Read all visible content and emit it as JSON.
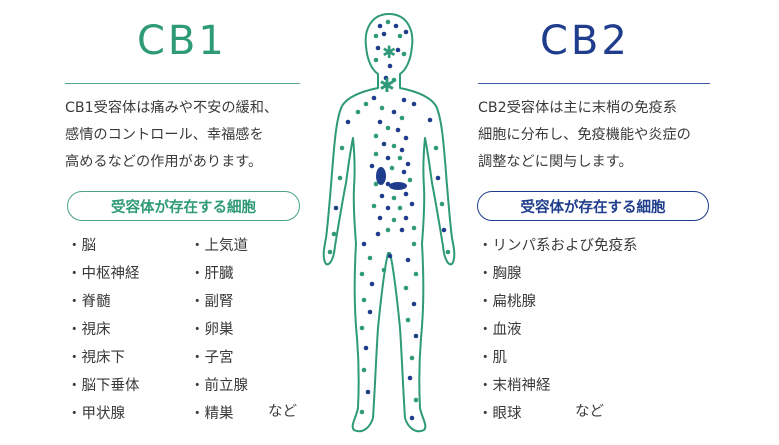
{
  "cb1": {
    "title": "CB1",
    "description": [
      "CB1受容体は痛みや不安の緩和、",
      "感情のコントロール、幸福感を",
      "高めるなどの作用があります。"
    ],
    "pill": "受容体が存在する細胞",
    "list_left": [
      "・脳",
      "・中枢神経",
      "・脊髄",
      "・視床",
      "・視床下",
      "・脳下垂体",
      "・甲状腺"
    ],
    "list_right": [
      "・上気道",
      "・肝臓",
      "・副腎",
      "・卵巣",
      "・子宮",
      "・前立腺",
      "・精巣"
    ],
    "etc": "など"
  },
  "cb2": {
    "title": "CB2",
    "description": [
      "CB2受容体は主に末梢の免疫系",
      "細胞に分布し、免疫機能や炎症の",
      "調整などに関与します。"
    ],
    "pill": "受容体が存在する細胞",
    "list": [
      "・リンパ系および免疫系",
      "・胸腺",
      "・扁桃腺",
      "・血液",
      "・肌",
      "・末梢神経",
      "・眼球"
    ],
    "etc": "など"
  },
  "colors": {
    "cb1": "#2e9a77",
    "cb2": "#1f3d8c",
    "outline": "#2e9a77"
  }
}
